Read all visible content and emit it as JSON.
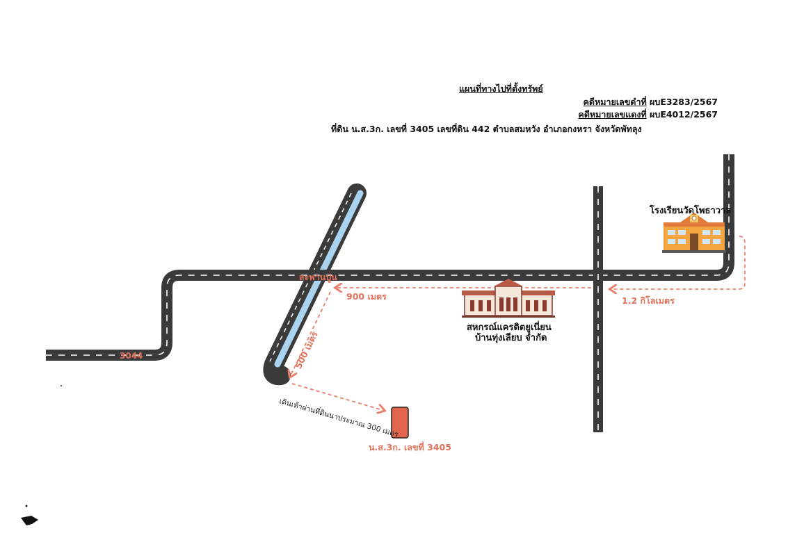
{
  "header": {
    "title": "แผนที่ทางไปที่ตั้งทรัพย์",
    "black_case_label": "คดีหมายเลขดำที่",
    "black_case_value": " ผบE3283/2567",
    "red_case_label": "คดีหมายเลขแดงที่",
    "red_case_value": " ผบE4012/2567",
    "land_description": "ที่ดิน น.ส.3ก. เลขที่ 3405 เลขที่ดิน 442 ตำบลสมหวัง อำเภอกงหรา จังหวัดพัทลุง"
  },
  "map": {
    "road_number": "3044",
    "bridge_label": "สะพานปูน",
    "school_label": "โรงเรียนวัดโพธาวาส",
    "coop_label_line1": "สหกรณ์แครดิตยูเนี่ยน",
    "coop_label_line2": "บ้านทุ่งเลียบ จำกัด",
    "distance_1_2km": "1.2 กิโลเมตร",
    "distance_900m": "900 เมตร",
    "distance_500m": "500 เมตร",
    "walk_note": "เดินเท้าผ่านที่ดินนาประมาณ 300 เมตร",
    "plot_label": "น.ส.3ก. เลขที่ 3405"
  },
  "colors": {
    "road": "#3a3a3a",
    "road_dash": "#ffffff",
    "river": "#a9d3ee",
    "route": "#e8806c",
    "plot": "#e0664d",
    "school_wall": "#f2a541",
    "coop_wall": "#f4e6d8"
  },
  "icons": [
    "school-icon",
    "cooperative-building-icon",
    "land-plot-marker"
  ]
}
